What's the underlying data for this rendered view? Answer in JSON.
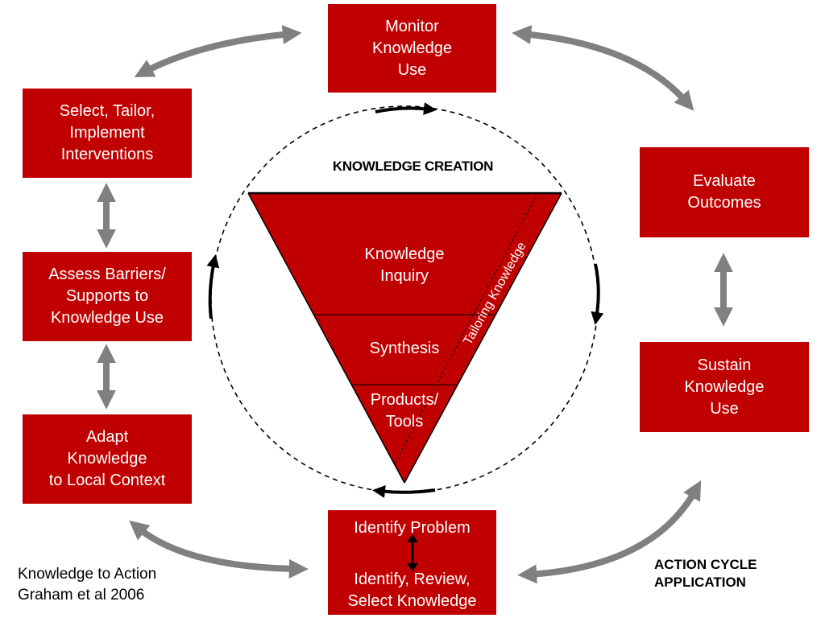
{
  "knowledge_creation": {
    "title": "KNOWLEDGE CREATION",
    "inquiry": [
      "Knowledge",
      "Inquiry"
    ],
    "synthesis": "Synthesis",
    "products": [
      "Products/",
      "Tools"
    ],
    "tailoring": "Tailoring Knowledge"
  },
  "action_cycle": {
    "label": [
      "ACTION CYCLE",
      "APPLICATION"
    ],
    "monitor": [
      "Monitor",
      "Knowledge",
      "Use"
    ],
    "evaluate": [
      "Evaluate",
      "Outcomes"
    ],
    "sustain": [
      "Sustain",
      "Knowledge",
      "Use"
    ],
    "identify_problem": "Identify Problem",
    "identify_review": [
      "Identify, Review,",
      "Select Knowledge"
    ],
    "adapt": [
      "Adapt",
      "Knowledge",
      "to Local Context"
    ],
    "assess": [
      "Assess Barriers/",
      "Supports to",
      "Knowledge Use"
    ],
    "select": [
      "Select, Tailor,",
      "Implement",
      "Interventions"
    ]
  },
  "citation": [
    "Knowledge to Action",
    "Graham et al 2006"
  ],
  "colors": {
    "box": "#c00000",
    "arrow": "#808080",
    "text": "#000000"
  }
}
